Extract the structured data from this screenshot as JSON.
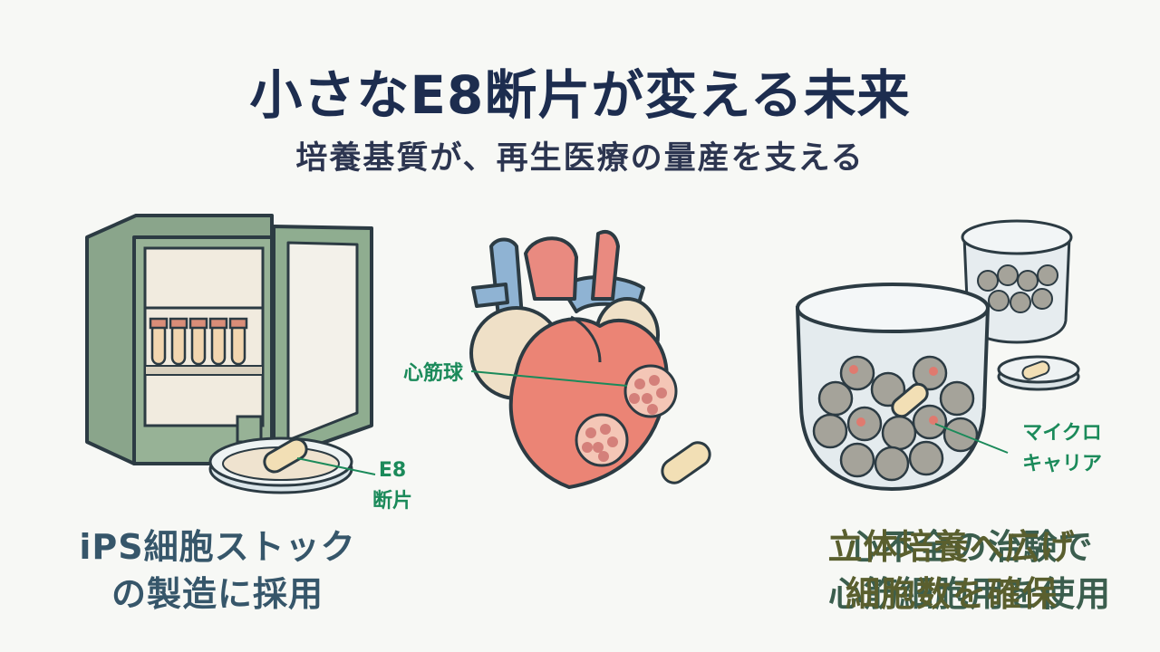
{
  "title": "小さなE8断片が変える未来",
  "subtitle": "培養基質が、再生医療の量産を支える",
  "panels": [
    {
      "caption_line1": "iPS細胞ストック",
      "caption_line2": "の製造に採用",
      "label_line1": "E8",
      "label_line2": "断片",
      "icons": [
        "refrigerator-icon",
        "test-tube-icon",
        "petri-dish-icon",
        "capsule-icon"
      ]
    },
    {
      "caption_line1": "心不全の治験で",
      "caption_line2": "心筋細胞用を使用",
      "label": "心筋球",
      "icons": [
        "heart-icon",
        "spheroid-icon",
        "capsule-icon"
      ]
    },
    {
      "caption_line1": "立体培養へ広げ",
      "caption_line2": "細胞数を確保",
      "label_line1": "マイクロ",
      "label_line2": "キャリア",
      "icons": [
        "bioreactor-jar-icon",
        "microcarrier-icon",
        "capsule-icon"
      ]
    }
  ],
  "colors": {
    "title": "#1d2d4f",
    "label_green": "#1b8a5a",
    "caption1": "#36566a",
    "caption2": "#3b5e4e",
    "caption3": "#5a5f2e"
  }
}
